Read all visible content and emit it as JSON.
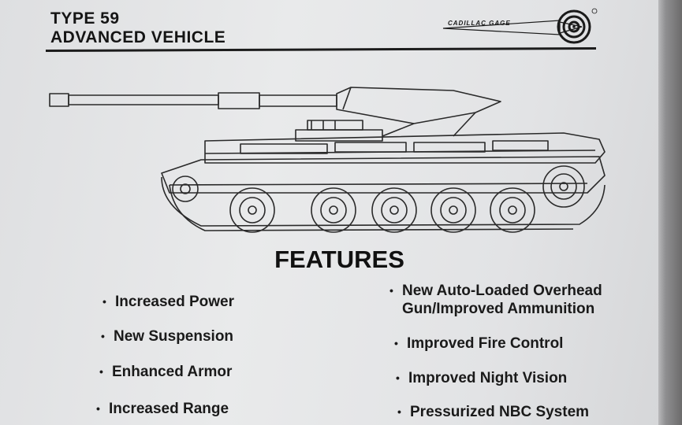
{
  "header": {
    "title_line1": "TYPE 59",
    "title_line2": "ADVANCED VEHICLE",
    "logo_text": "CADILLAC GAGE"
  },
  "features": {
    "heading": "FEATURES",
    "bullet": "•",
    "left": [
      "Increased Power",
      "New Suspension",
      "Enhanced Armor",
      "Increased Range"
    ],
    "right": [
      "New Auto-Loaded Overhead Gun/Improved Ammunition",
      "Improved Fire Control",
      "Improved Night Vision",
      "Pressurized NBC System"
    ]
  },
  "icons": {
    "logo": "target-rings-icon",
    "illustration": "tank-side-view-illustration"
  }
}
